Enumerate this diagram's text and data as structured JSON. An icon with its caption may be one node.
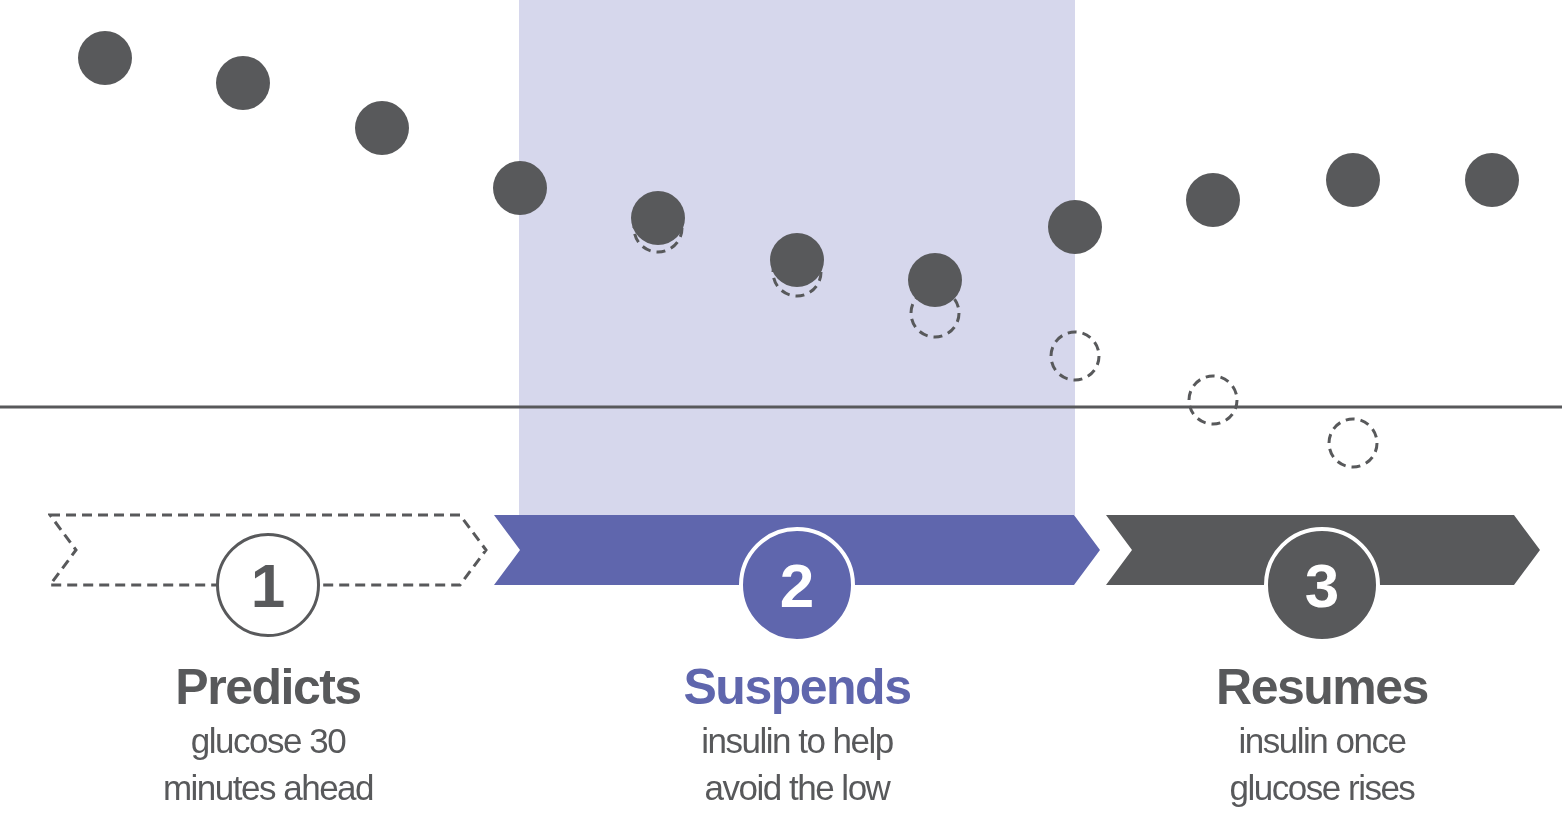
{
  "diagram": {
    "nodes": [
      {
        "text": [
          "1",
          "Predicts",
          "glucose 30 minutes ahead"
        ]
      },
      {
        "text": [
          "2",
          "Suspends",
          "insulin to help avoid the low"
        ]
      },
      {
        "text": [
          "3",
          "Resumes",
          "insulin once glucose rises"
        ]
      }
    ]
  }
}
